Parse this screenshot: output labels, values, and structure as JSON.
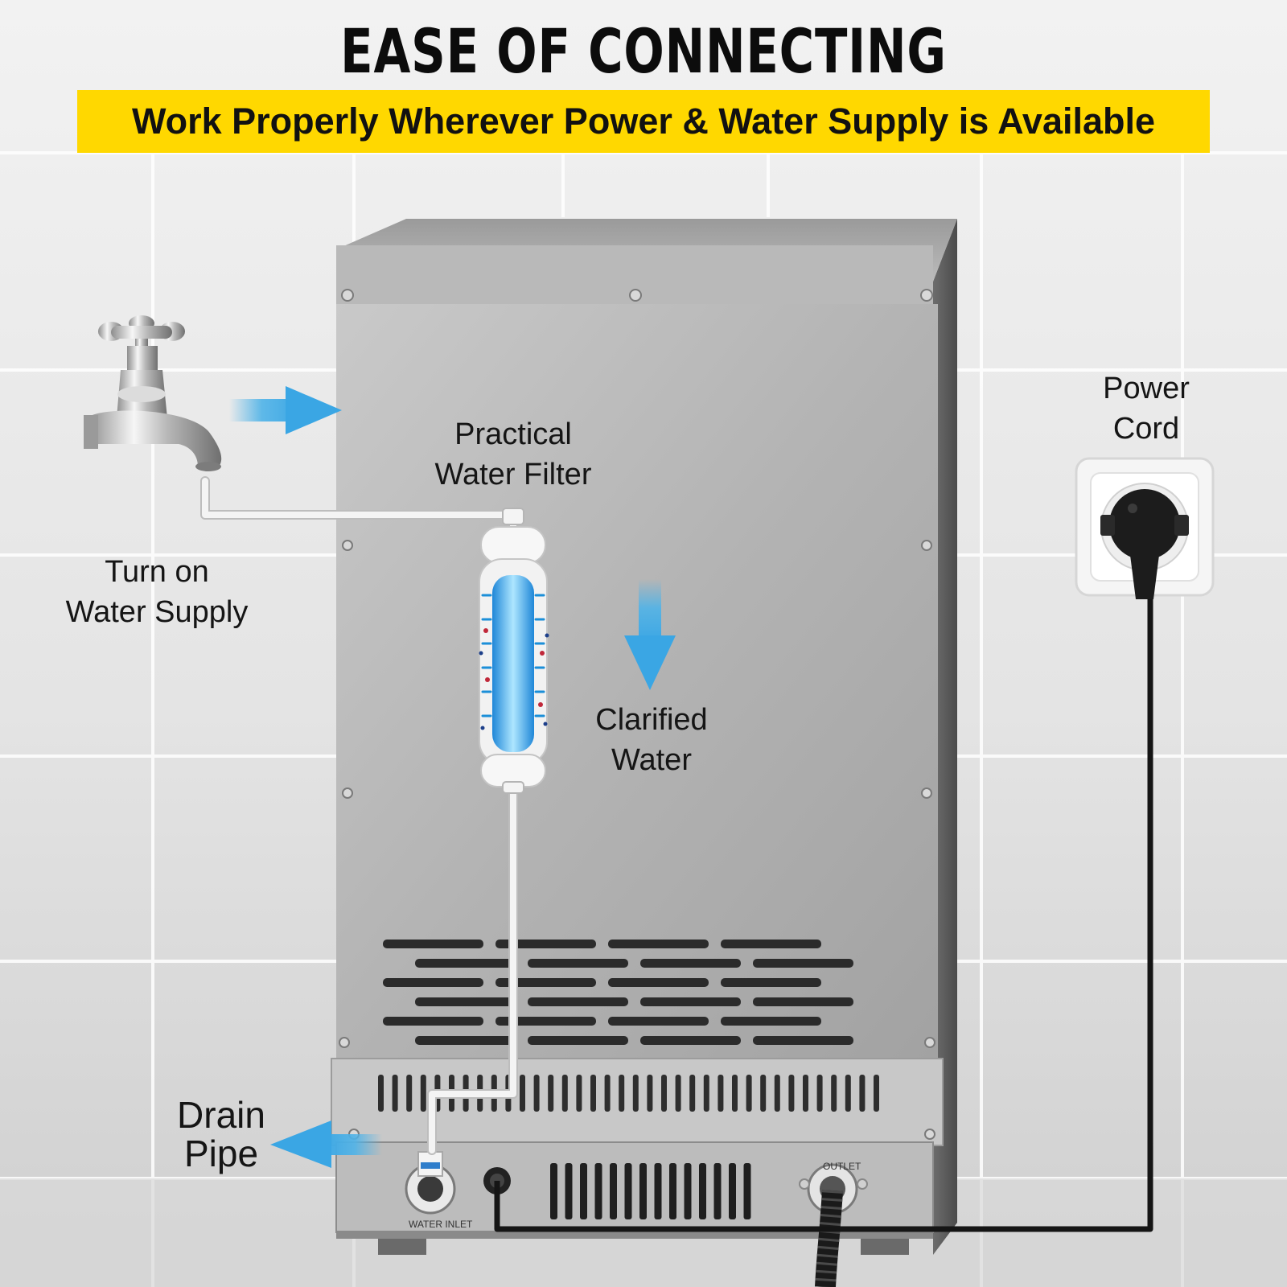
{
  "header": {
    "title": "EASE OF CONNECTING",
    "subtitle": "Work Properly Wherever Power & Water Supply is Available"
  },
  "labels": {
    "faucet": [
      "Turn on",
      "Water Supply"
    ],
    "filter": [
      "Practical",
      "Water Filter"
    ],
    "clarified": [
      "Clarified",
      "Water"
    ],
    "power": [
      "Power",
      "Cord"
    ],
    "drain": [
      "Drain",
      "Pipe"
    ]
  },
  "panel_labels": {
    "water_inlet": "WATER INLET",
    "outlet": "OUTLET"
  },
  "colors": {
    "banner": "#ffd800",
    "arrow": "#4fb3e8",
    "machine": "#b4b4b4",
    "tile": "#e8e8e8"
  },
  "icons": [
    "faucet-icon",
    "water-filter-icon",
    "wall-socket-icon",
    "plug-icon",
    "arrow-right-icon",
    "arrow-down-icon",
    "arrow-left-icon"
  ]
}
